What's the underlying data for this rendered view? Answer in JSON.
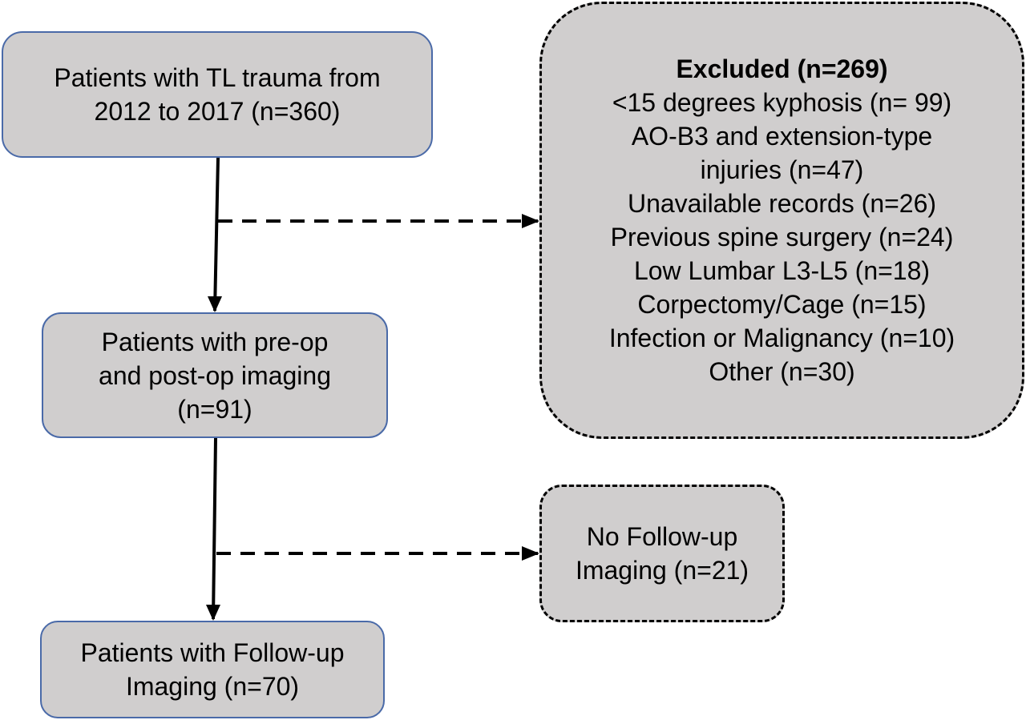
{
  "colors": {
    "box_fill": "#d0cece",
    "solid_border": "#4a6aa8",
    "dashed_border": "#000000",
    "arrow": "#000000"
  },
  "diagram": {
    "start_box": {
      "lines": [
        "Patients with TL trauma from",
        "2012 to 2017 (n=360)"
      ]
    },
    "imaging_box": {
      "lines": [
        "Patients with pre-op",
        "and post-op imaging",
        "(n=91)"
      ]
    },
    "final_box": {
      "lines": [
        "Patients with Follow-up",
        "Imaging (n=70)"
      ]
    },
    "excluded_box": {
      "title": "Excluded (n=269)",
      "lines": [
        "<15 degrees kyphosis (n= 99)",
        "AO-B3 and extension-type",
        "injuries (n=47)",
        "Unavailable records (n=26)",
        "Previous spine surgery (n=24)",
        "Low Lumbar L3-L5 (n=18)",
        "Corpectomy/Cage (n=15)",
        "Infection or Malignancy (n=10)",
        "Other (n=30)"
      ]
    },
    "no_followup_box": {
      "lines": [
        "No Follow-up",
        "Imaging (n=21)"
      ]
    }
  }
}
